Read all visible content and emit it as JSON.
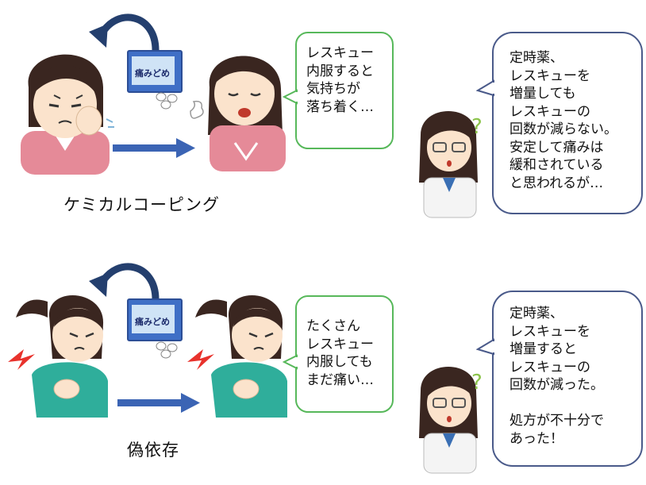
{
  "top": {
    "caption": "ケミカルコーピング",
    "medicine_box_label": "痛みどめ",
    "patient_bubble": "レスキュー\n内服すると\n気持ちが\n落ち着く…",
    "doctor_bubble": "定時薬、\nレスキューを\n増量しても\nレスキューの\n回数が減らない。\n安定して痛みは\n緩和されている\nと思われるが…"
  },
  "bottom": {
    "caption": "偽依存",
    "medicine_box_label": "痛みどめ",
    "patient_bubble": "たくさん\nレスキュー\n内服しても\nまだ痛い…",
    "doctor_bubble": "定時薬、\nレスキューを\n増量すると\nレスキューの\n回数が減った。\n\n処方が不十分で\nあった！"
  },
  "colors": {
    "arrow_blue": "#3b64b4",
    "box_blue": "#3f6fc6",
    "bubble_green": "#57b85a",
    "bubble_navy": "#4a5a8a",
    "shirt_pink": "#e58a98",
    "shirt_teal": "#2fae9b",
    "pain_red": "#e8322c",
    "question_green": "#8bc34a"
  }
}
